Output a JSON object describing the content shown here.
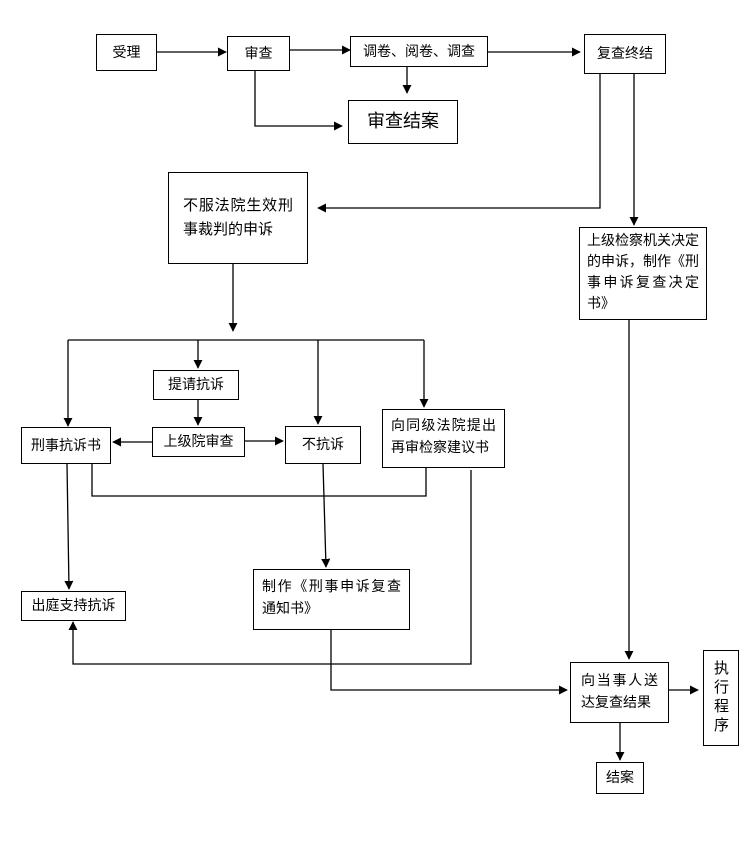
{
  "nodes": {
    "accept": "受理",
    "review": "审查",
    "investigate": "调卷、阅卷、调查",
    "review_close": "审查结案",
    "recheck_end": "复查终结",
    "complaint": "不服法院生效刑事裁判的申诉",
    "higher_decision": "上级检察机关决定的申诉，制作《刑事申诉复查决定书》",
    "request_protest": "提请抗诉",
    "criminal_protest": "刑事抗诉书",
    "higher_court_review": "上级院审查",
    "no_protest": "不抗诉",
    "retrial_proposal": "向同级法院提出再审检察建议书",
    "court_support": "出庭支持抗诉",
    "make_notice": "制作《刑事申诉复查通知书》",
    "deliver_result": "向当事人送达复查结果",
    "execution": "执行程序",
    "close_case": "结案"
  },
  "colors": {
    "line": "#000000",
    "box_border": "#000000",
    "background": "#ffffff"
  }
}
